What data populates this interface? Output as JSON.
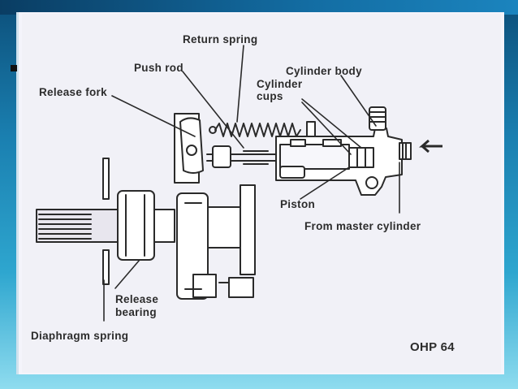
{
  "labels": {
    "return_spring": "Return spring",
    "push_rod": "Push rod",
    "cylinder_body": "Cylinder body",
    "cylinder_cups_1": "Cylinder",
    "cylinder_cups_2": "cups",
    "release_fork": "Release fork",
    "piston": "Piston",
    "from_master_cylinder": "From master cylinder",
    "release_bearing_1": "Release",
    "release_bearing_2": "bearing",
    "diaphragm_spring": "Diaphragm spring",
    "slide_code": "OHP 64"
  },
  "colors": {
    "line": "#2a2a2a",
    "paper": "#f1f1f7",
    "frame_blue": "#1a7fb0"
  }
}
